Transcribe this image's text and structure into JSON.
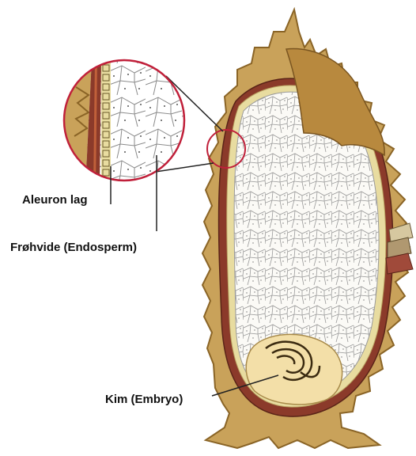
{
  "labels": {
    "aleuron": "Aleuron lag",
    "endosperm": "Frøhvide (Endosperm)",
    "embryo": "Kim (Embryo)"
  },
  "colors": {
    "husk": "#c9a25a",
    "husk_dark": "#8a6426",
    "seed_coat": "#8b3a2a",
    "aleurone_dots": "#e8dca0",
    "endosperm_fill": "#fbfaf6",
    "endosperm_cells": "#8a8a8a",
    "embryo_fill": "#f3dfa8",
    "leader_line": "#222222",
    "magnifier_ring": "#c0203a"
  },
  "icons": [
    "wheat-grain-cross-section",
    "magnifier-circle"
  ]
}
